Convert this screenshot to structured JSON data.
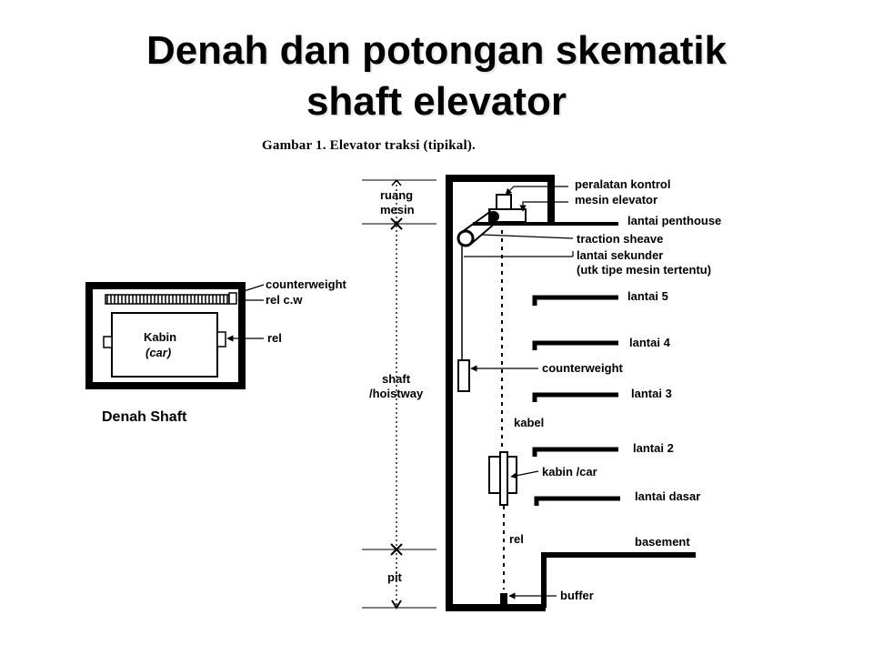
{
  "title": {
    "line1": "Denah dan potongan skematik",
    "line2": "shaft elevator"
  },
  "figure_caption": "Gambar 1. Elevator traksi (tipikal).",
  "plan": {
    "label": "Denah Shaft",
    "cabin_label": "Kabin",
    "cabin_sublabel": "(car)",
    "counterweight_label": "counterweight",
    "rel_cw_label": "rel c.w",
    "rel_label": "rel"
  },
  "section": {
    "dimensions": {
      "machine_room": [
        "ruang",
        "mesin"
      ],
      "shaft": [
        "shaft",
        "/hoistway"
      ],
      "pit": "pit"
    },
    "labels": {
      "control": "peralatan kontrol",
      "machine": "mesin elevator",
      "penthouse": "lantai penthouse",
      "sheave": "traction sheave",
      "secondary_floor": "lantai sekunder",
      "secondary_note": "(utk tipe mesin tertentu)",
      "floor5": "lantai 5",
      "floor4": "lantai 4",
      "counterweight": "counterweight",
      "floor3": "lantai 3",
      "cable": "kabel",
      "floor2": "lantai 2",
      "car": "kabin /car",
      "ground": "lantai dasar",
      "rail": "rel",
      "basement": "basement",
      "buffer": "buffer"
    }
  }
}
